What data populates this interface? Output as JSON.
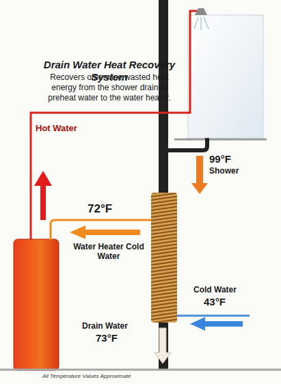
{
  "diagram": {
    "title": "Drain Water Heat Recovery System",
    "caption": "Recovers otherwise wasted heat energy from the shower drain to preheat water to the water heater.",
    "labels": [
      "Hot Water",
      "99°F",
      "Shower",
      "72°F",
      "Water Heater Cold Water",
      "Cold Water",
      "43°F",
      "Drain Water",
      "73°F",
      "All Temperature Values Approximate"
    ]
  }
}
